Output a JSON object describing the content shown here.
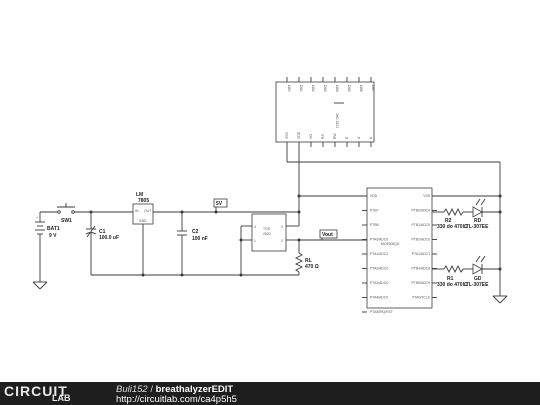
{
  "labels": {
    "lm": "LM",
    "lm_part": "7805",
    "lm_in": "IN",
    "lm_out": "OUT",
    "lm_gnd": "GND",
    "sw1": "SW1",
    "bat1": "BAT1",
    "bat1_value": "9 V",
    "c1": "C1",
    "c1_value": "100.0 uF",
    "c2": "C2",
    "c2_value": "100 nF",
    "tag_5v": "5V",
    "tag_vout": "Vout",
    "sensor_a": "TGS",
    "sensor_b": "2620",
    "rl": "RL",
    "rl_value": "470 Ω",
    "mcu_name": "MC9S08QG",
    "lcd_name": "JHD 1602",
    "r1": "R1",
    "r1_value": "330 do 470 Ω",
    "r2": "R2",
    "r2_value": "330 do 470 Ω",
    "led1": "RD",
    "led1_part": "LTL-307EE",
    "led2": "GD",
    "led2_part": "LTL-307EE"
  },
  "mcu_pins_left": [
    "VDD",
    "PTB7",
    "PTB6",
    "PTA0/ADC0",
    "PTA1/ADC2",
    "PTA2/ADC0",
    "PTA3/ADC0",
    "PTA4/ADC0",
    "PTA5/IRQ/RST"
  ],
  "mcu_pins_right": [
    "VSS",
    "PTB0/ADC4",
    "PTB1/ADC5",
    "PTB2/ADC6",
    "PTA1/ADC1",
    "PTB4/ADC8",
    "PTB5/ADC9",
    "PTA0/TCLK"
  ],
  "lcd_pins_top": [
    "DB0",
    "DB1",
    "DB2",
    "DB3",
    "DB4",
    "DB5",
    "DB6",
    "DB7"
  ],
  "lcd_pins_bottom": [
    "VSS",
    "VDD",
    "VO",
    "RS",
    "RW",
    "E",
    "A",
    "K"
  ],
  "footer": {
    "logo_top": "CIRCUIT",
    "logo_bottom": "LAB",
    "author": "Buli152",
    "separator": " / ",
    "title": "breathalyzerEDIT",
    "url": "http://circuitlab.com/ca4p5h5"
  }
}
